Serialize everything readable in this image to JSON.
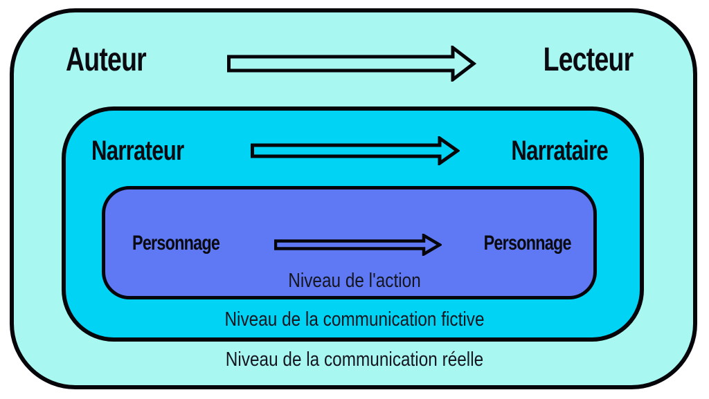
{
  "levels": [
    {
      "id": "communication-reelle",
      "left_label": "Auteur",
      "right_label": "Lecteur",
      "caption": "Niveau de la communication réelle",
      "fill": "#a9f7f1"
    },
    {
      "id": "communication-fictive",
      "left_label": "Narrateur",
      "right_label": "Narrataire",
      "caption": "Niveau de la communication fictive",
      "fill": "#00d3f4"
    },
    {
      "id": "action",
      "left_label": "Personnage",
      "right_label": "Personnage",
      "caption": "Niveau de l'action",
      "fill": "#5e79f3"
    }
  ],
  "icons": {
    "arrow": "right-arrow-outline-icon"
  },
  "colors": {
    "border": "#06060a",
    "label_text": "#0a0a10",
    "caption_text": "#15151f",
    "page_background": "#ffffff"
  }
}
